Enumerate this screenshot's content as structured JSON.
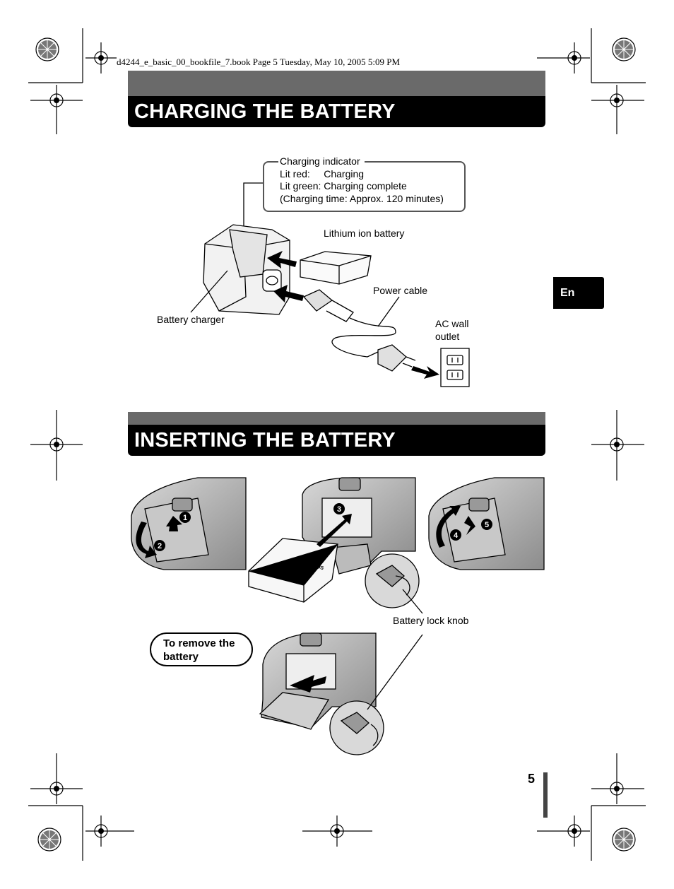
{
  "header": {
    "print_line": "d4244_e_basic_00_bookfile_7.book  Page 5  Tuesday, May 10, 2005  5:09 PM"
  },
  "sections": {
    "charging_title": "CHARGING THE BATTERY",
    "inserting_title": "INSERTING THE BATTERY"
  },
  "language_tab": "En",
  "charging_diagram": {
    "indicator_title": "Charging indicator",
    "indicator_red": "Lit red:     Charging",
    "indicator_green": "Lit green: Charging complete",
    "indicator_time": "(Charging time: Approx. 120 minutes)",
    "battery_label": "Lithium ion battery",
    "cable_label": "Power cable",
    "outlet_label_1": "AC wall",
    "outlet_label_2": "outlet",
    "charger_label": "Battery charger"
  },
  "inserting_diagram": {
    "lock_knob_label": "Battery lock knob",
    "battery_brand": "OLYMPUS",
    "steps": [
      "1",
      "2",
      "3",
      "4",
      "5"
    ]
  },
  "remove_box": {
    "line1": "To remove the",
    "line2": "battery"
  },
  "footer": {
    "page_number": "5"
  }
}
